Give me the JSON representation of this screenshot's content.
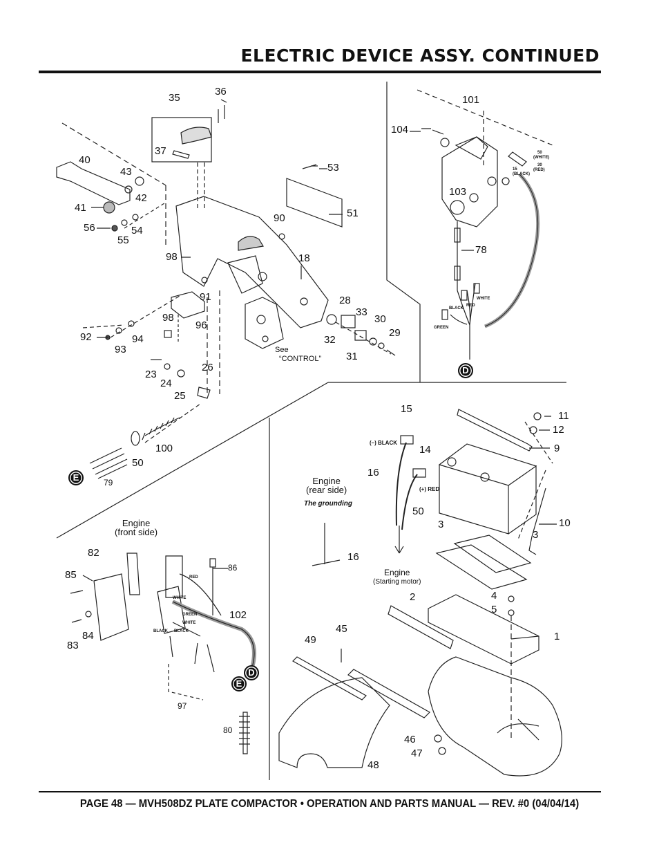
{
  "header": {
    "title": "ELECTRIC DEVICE ASSY. CONTINUED"
  },
  "footer": {
    "text": "PAGE 48 — MVH508DZ PLATE COMPACTOR • OPERATION AND PARTS MANUAL — REV. #0 (04/04/14)"
  },
  "callouts": {
    "c35": "35",
    "c36": "36",
    "c37": "37",
    "c40": "40",
    "c43": "43",
    "c42": "42",
    "c41": "41",
    "c56": "56",
    "c55": "55",
    "c54": "54",
    "c53": "53",
    "c51": "51",
    "c90": "90",
    "c98a": "98",
    "c18": "18",
    "c91": "91",
    "c98b": "98",
    "c96": "96",
    "c92": "92",
    "c93": "93",
    "c94": "94",
    "c23": "23",
    "c24": "24",
    "c25": "25",
    "c26": "26",
    "c28": "28",
    "c33": "33",
    "c30": "30",
    "c29": "29",
    "c32": "32",
    "c31": "31",
    "c100": "100",
    "c50a": "50",
    "c79": "79",
    "c101": "101",
    "c104": "104",
    "c103": "103",
    "c78": "78",
    "c15": "15",
    "c14": "14",
    "c16a": "16",
    "c50b": "50",
    "c16b": "16",
    "c11": "11",
    "c12": "12",
    "c9": "9",
    "c10": "10",
    "c3a": "3",
    "c3b": "3",
    "c2": "2",
    "c4": "4",
    "c5": "5",
    "c1": "1",
    "c45": "45",
    "c49": "49",
    "c46": "46",
    "c47": "47",
    "c48": "48",
    "c82": "82",
    "c85": "85",
    "c84": "84",
    "c83": "83",
    "c86": "86",
    "c102": "102",
    "c97": "97",
    "c80": "80"
  },
  "notes": {
    "see_line1": "See",
    "see_line2": "“CONTROL”",
    "engine_front_1": "Engine",
    "engine_front_2": "(front side)",
    "engine_rear_1": "Engine",
    "engine_rear_2": "(rear side)",
    "grounding": "The grounding",
    "engine_start_1": "Engine",
    "engine_start_2": "(Starting motor)",
    "neg_black": "(–) BLACK",
    "pos_red": "(+) RED"
  },
  "wire_labels": {
    "w50": "50",
    "w50c": "(WHITE)",
    "w30": "30",
    "w30c": "(RED)",
    "w15": "15",
    "w15c": "(BLACK)",
    "black": "BLACK",
    "red": "RED",
    "white": "WHITE",
    "green": "GREEN",
    "red2": "RED",
    "white2": "WHITE",
    "green2": "GREEN",
    "white3": "WHITE",
    "black2": "BLACK",
    "black3": "BLACK"
  },
  "connectors": {
    "d_top": "D",
    "d_bottom": "D",
    "e_top": "E",
    "e_bottom": "E"
  }
}
